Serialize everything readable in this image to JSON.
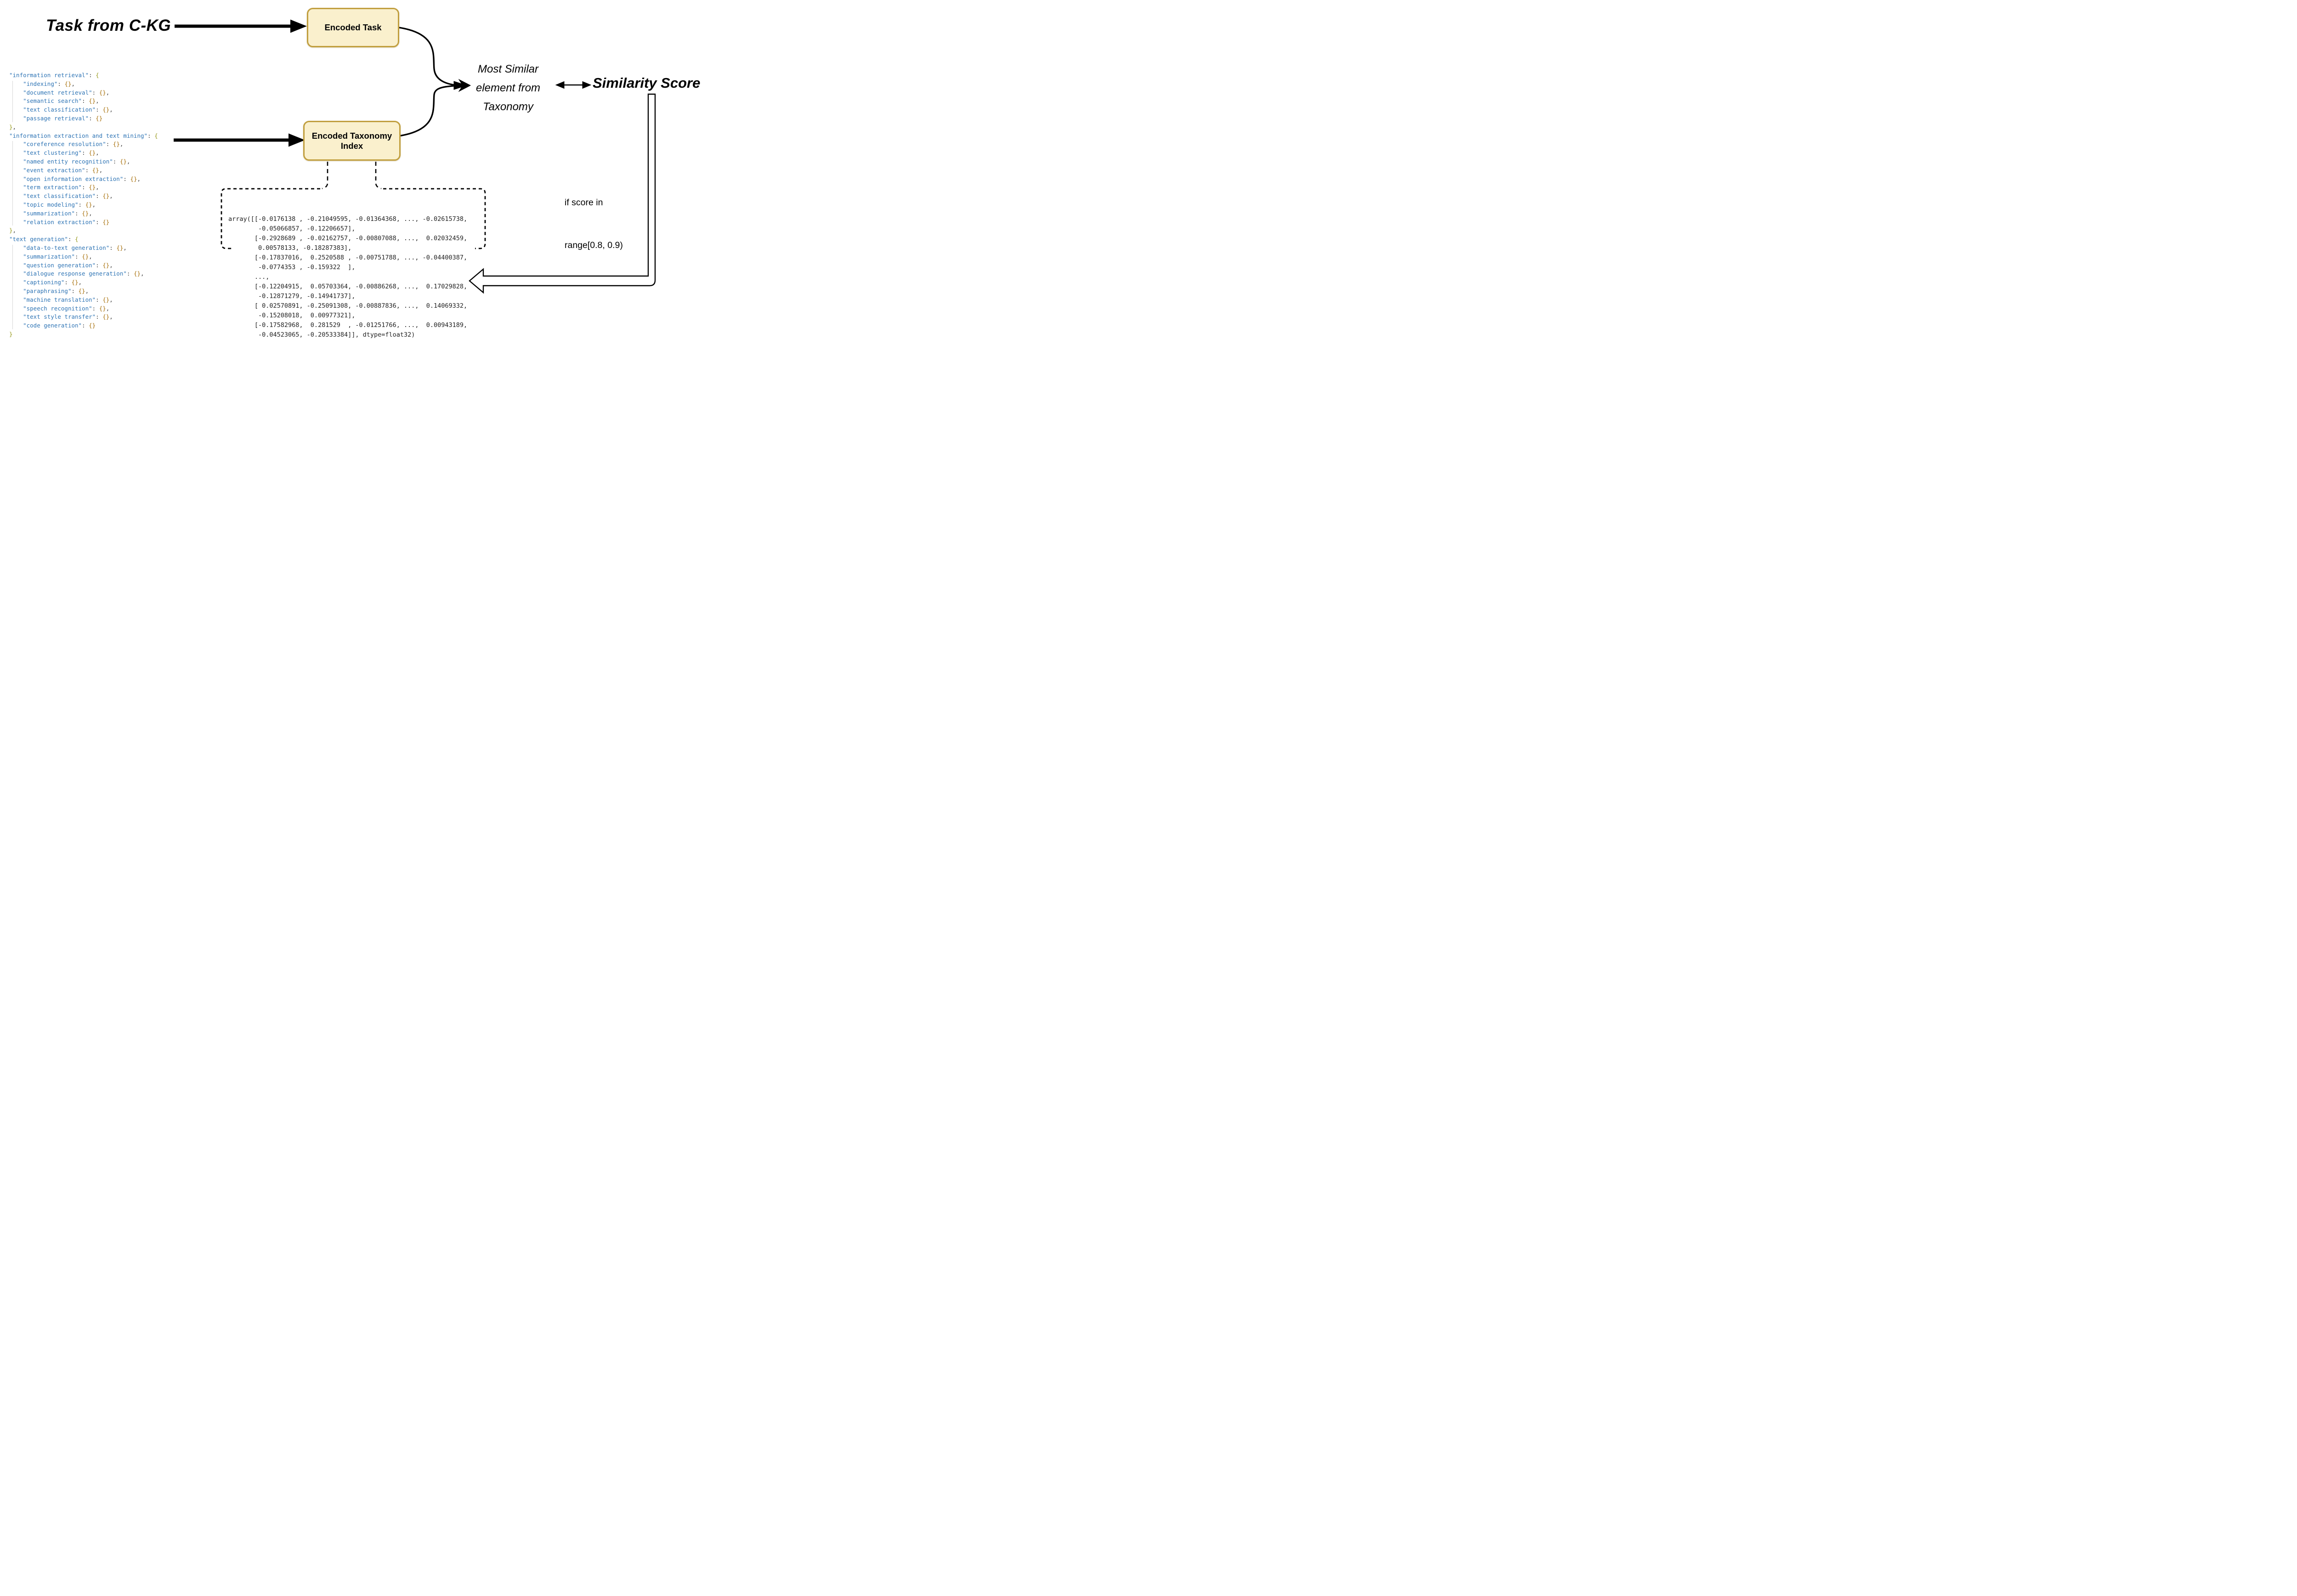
{
  "title": {
    "task_source_label": "Task from C-KG"
  },
  "boxes": {
    "encoded_task_label": "Encoded Task",
    "encoded_taxonomy_label_line1": "Encoded Taxonomy",
    "encoded_taxonomy_label_line2": "Index"
  },
  "labels": {
    "most_similar_line1": "Most Similar",
    "most_similar_line2": "element from",
    "most_similar_line3": "Taxonomy",
    "similarity_score": "Similarity Score",
    "condition_line1": "if score in",
    "condition_line2": "range[0.8, 0.9)"
  },
  "icons": {
    "task_arrow": "thick-right-arrow",
    "taxonomy_arrow": "thick-right-arrow",
    "merge_arrow": "curved-merge-right-arrow",
    "score_link_arrow": "double-headed-arrow",
    "feedback_arrow": "hollow-elbow-left-arrow",
    "expand_region": "dashed-bracket"
  },
  "theme": {
    "box_fill": "#faf0cd",
    "box_border": "#c19f3f",
    "arrow_color": "#000000",
    "guide_color": "#d6d6d6",
    "array_text_color": "#1f1f1f"
  },
  "taxonomy_code": {
    "colors": {
      "key": "#2e74b5",
      "punct": "#3b3b3b",
      "section_brace": "#97991c",
      "empty_brace": "#a9720e"
    },
    "sections": [
      {
        "key": "information retrieval",
        "children": [
          "indexing",
          "document retrieval",
          "semantic search",
          "text classification",
          "passage retrieval"
        ],
        "trailing_comma": true
      },
      {
        "key": "information extraction and text mining",
        "children": [
          "coreference resolution",
          "text clustering",
          "named entity recognition",
          "event extraction",
          "open information extraction",
          "term extraction",
          "text classification",
          "topic modeling",
          "summarization",
          "relation extraction"
        ],
        "trailing_comma": true
      },
      {
        "key": "text generation",
        "children": [
          "data-to-text generation",
          "summarization",
          "question generation",
          "dialogue response generation",
          "captioning",
          "paraphrasing",
          "machine translation",
          "speech recognition",
          "text style transfer",
          "code generation"
        ],
        "trailing_comma": false
      }
    ]
  },
  "embedding_array": {
    "dtype_note": "dtype=float32",
    "lines": [
      "array([[-0.0176138 , -0.21049595, -0.01364368, ..., -0.02615738,",
      "        -0.05066857, -0.12206657],",
      "       [-0.2928689 , -0.02162757, -0.00807088, ...,  0.02032459,",
      "        0.00578133, -0.18287383],",
      "       [-0.17837016,  0.2520588 , -0.00751788, ..., -0.04400387,",
      "        -0.0774353 , -0.159322  ],",
      "       ...,",
      "       [-0.12204915,  0.05703364, -0.00886268, ...,  0.17029828,",
      "        -0.12871279, -0.14941737],",
      "       [ 0.02570891, -0.25091308, -0.00887836, ...,  0.14069332,",
      "        -0.15208018,  0.00977321],",
      "       [-0.17582968,  0.281529  , -0.01251766, ...,  0.00943189,",
      "        -0.04523065, -0.20533384]], dtype=float32)"
    ]
  }
}
